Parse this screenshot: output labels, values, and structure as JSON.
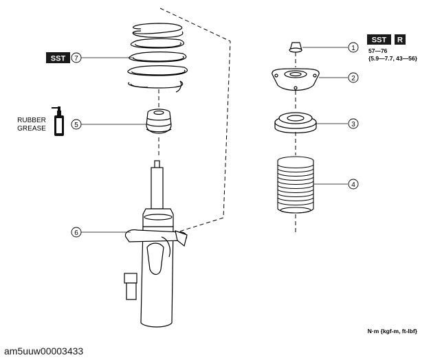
{
  "callouts": {
    "c1": "1",
    "c2": "2",
    "c3": "3",
    "c4": "4",
    "c5": "5",
    "c6": "6",
    "c7": "7"
  },
  "badges": {
    "sst_left": "SST",
    "sst_right": "SST",
    "r": "R"
  },
  "torque": {
    "line1": "57—76",
    "line2": "{5.9—7.7, 43—56}"
  },
  "grease": {
    "line1": "RUBBER",
    "line2": "GREASE"
  },
  "units": "N·m {kgf-m, ft-lbf}",
  "image_id": "am5uuw00003433",
  "icons": {
    "grease_can": "grease-can-icon"
  },
  "colors": {
    "ink": "#000000",
    "badge_bg": "#1a1a1a",
    "badge_text": "#ffffff"
  }
}
